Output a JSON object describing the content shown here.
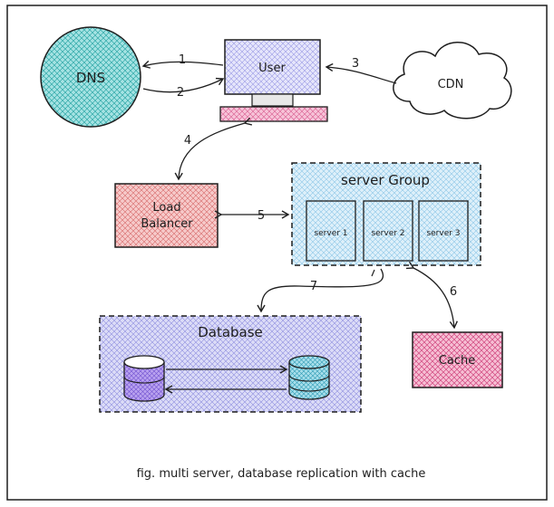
{
  "nodes": {
    "dns": "DNS",
    "user": "User",
    "cdn": "CDN",
    "load_balancer_line1": "Load",
    "load_balancer_line2": "Balancer",
    "server_group": "server Group",
    "server1": "server 1",
    "server2": "server 2",
    "server3": "server 3",
    "database": "Database",
    "cache": "Cache"
  },
  "edges": {
    "e1": "1",
    "e2": "2",
    "e3": "3",
    "e4": "4",
    "e5": "5",
    "e6": "6",
    "e7": "7"
  },
  "caption": "fig. multi server, database replication with cache",
  "colors": {
    "dns": "#63c7c7",
    "user": "#c9c9f5",
    "user_base": "#f0a3c2",
    "load_balancer": "#f2a0a0",
    "server_group": "#a9d4ee",
    "database": "#b7b7ef",
    "cache": "#f29bbd",
    "db_cylinder_left": "#9b7fe0",
    "db_cylinder_right": "#6ec3d6"
  }
}
